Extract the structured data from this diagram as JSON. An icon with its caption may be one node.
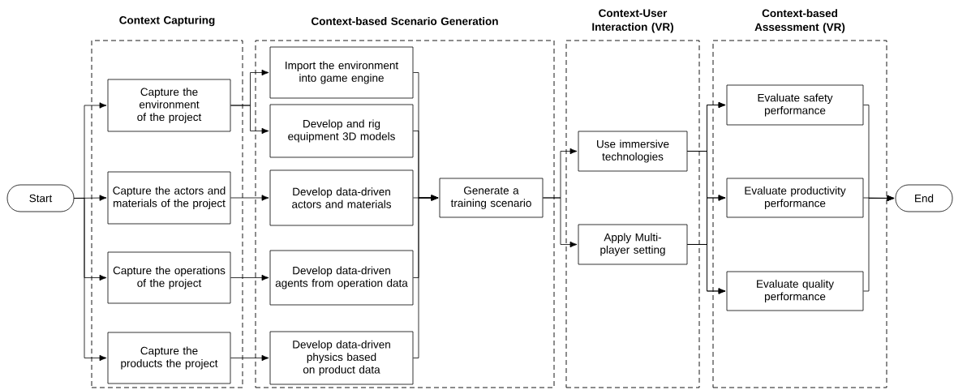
{
  "diagram": {
    "nodes": [
      {
        "text": [
          "Start"
        ]
      },
      {
        "text": [
          "Context Capturing"
        ]
      },
      {
        "text": [
          "Capture the environment of the project"
        ],
        "in": 1
      },
      {
        "text": [
          "Capture the actors and materials of the project"
        ],
        "in": 1
      },
      {
        "text": [
          "Capture the operations of the project"
        ],
        "in": 1
      },
      {
        "text": [
          "Capture the products the project"
        ],
        "in": 1
      },
      {
        "text": [
          "Context-based Scenario Generation"
        ]
      },
      {
        "text": [
          "Import the environment into game engine"
        ],
        "in": 6
      },
      {
        "text": [
          "Develop and rig equipment 3D models"
        ],
        "in": 6
      },
      {
        "text": [
          "Develop data-driven actors and materials"
        ],
        "in": 6
      },
      {
        "text": [
          "Develop data-driven agents from operation data"
        ],
        "in": 6
      },
      {
        "text": [
          "Develop data-driven physics based on product data"
        ],
        "in": 6
      },
      {
        "text": [
          "Generate a training scenario"
        ],
        "in": 6
      },
      {
        "text": [
          "Context-User Interaction (VR)"
        ]
      },
      {
        "text": [
          "Use immersive technologies"
        ],
        "in": 13
      },
      {
        "text": [
          "Apply Multi-player setting"
        ],
        "in": 13
      },
      {
        "text": [
          "Context-based Assessment (VR)"
        ]
      },
      {
        "text": [
          "Evaluate safety performance"
        ],
        "in": 16
      },
      {
        "text": [
          "Evaluate productivity performance"
        ],
        "in": 16
      },
      {
        "text": [
          "Evaluate quality performance"
        ],
        "in": 16
      },
      {
        "text": [
          "End"
        ]
      }
    ],
    "edges": [
      {
        "from": 0,
        "to": 2,
        "arrow": "to"
      },
      {
        "from": 0,
        "to": 3,
        "arrow": "to"
      },
      {
        "from": 0,
        "to": 4,
        "arrow": "to"
      },
      {
        "from": 0,
        "to": 5,
        "arrow": "to"
      },
      {
        "from": 2,
        "to": 7,
        "arrow": "to"
      },
      {
        "from": 2,
        "to": 8,
        "arrow": "to"
      },
      {
        "from": 3,
        "to": 9,
        "arrow": "to"
      },
      {
        "from": 4,
        "to": 10,
        "arrow": "to"
      },
      {
        "from": 5,
        "to": 11,
        "arrow": "to"
      },
      {
        "from": 7,
        "to": 12,
        "arrow": "to"
      },
      {
        "from": 8,
        "to": 12,
        "arrow": "to"
      },
      {
        "from": 9,
        "to": 12,
        "arrow": "to"
      },
      {
        "from": 10,
        "to": 12,
        "arrow": "to"
      },
      {
        "from": 11,
        "to": 12,
        "arrow": "to"
      },
      {
        "from": 12,
        "to": 14,
        "arrow": "to"
      },
      {
        "from": 12,
        "to": 15,
        "arrow": "to"
      },
      {
        "from": 14,
        "to": 17,
        "arrow": "to"
      },
      {
        "from": 14,
        "to": 18,
        "arrow": "to"
      },
      {
        "from": 14,
        "to": 19,
        "arrow": "to"
      },
      {
        "from": 15,
        "to": 17,
        "arrow": "to"
      },
      {
        "from": 15,
        "to": 18,
        "arrow": "to"
      },
      {
        "from": 15,
        "to": 19,
        "arrow": "to"
      },
      {
        "from": 17,
        "to": 20,
        "arrow": "to"
      },
      {
        "from": 18,
        "to": 20,
        "arrow": "to"
      },
      {
        "from": 19,
        "to": 20,
        "arrow": "to"
      }
    ]
  }
}
